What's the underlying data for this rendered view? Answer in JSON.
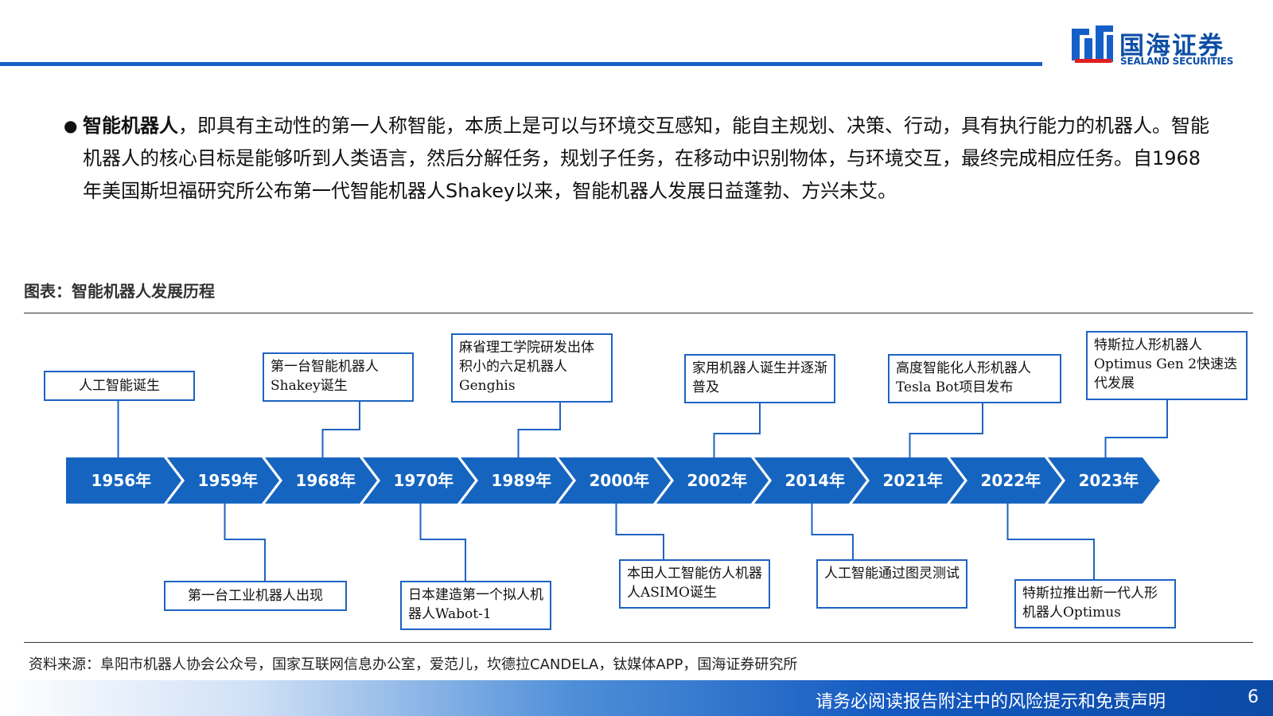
{
  "header": {
    "logo_cn": "国海证券",
    "logo_en": "SEALAND SECURITIES"
  },
  "intro": {
    "bold_lead": "智能机器人",
    "text": "，即具有主动性的第一人称智能，本质上是可以与环境交互感知，能自主规划、决策、行动，具有执行能力的机器人。智能机器人的核心目标是能够听到人类语言，然后分解任务，规划子任务，在移动中识别物体，与环境交互，最终完成相应任务。自1968年美国斯坦福研究所公布第一代智能机器人Shakey以来，智能机器人发展日益蓬勃、方兴未艾。"
  },
  "figure": {
    "title": "图表：智能机器人发展历程",
    "years": [
      "1956年",
      "1959年",
      "1968年",
      "1970年",
      "1989年",
      "2000年",
      "2002年",
      "2014年",
      "2021年",
      "2022年",
      "2023年"
    ],
    "events_top": [
      {
        "year": "1956年",
        "text": "人工智能诞生"
      },
      {
        "year": "1968年",
        "text": "第一台智能机器人Shakey诞生"
      },
      {
        "year": "1989年",
        "text": "麻省理工学院研发出体积小的六足机器人Genghis"
      },
      {
        "year": "2002年",
        "text": "家用机器人诞生并逐渐普及"
      },
      {
        "year": "2021年",
        "text": "高度智能化人形机器人Tesla Bot项目发布"
      },
      {
        "year": "2023年",
        "text": "特斯拉人形机器人Optimus Gen 2快速迭代发展"
      }
    ],
    "events_bottom": [
      {
        "year": "1959年",
        "text": "第一台工业机器人出现"
      },
      {
        "year": "1970年",
        "text": "日本建造第一个拟人机器人Wabot-1"
      },
      {
        "year": "2000年",
        "text": "本田人工智能仿人机器人ASIMO诞生"
      },
      {
        "year": "2014年",
        "text": "人工智能通过图灵测试"
      },
      {
        "year": "2022年",
        "text": "特斯拉推出新一代人形机器人Optimus"
      }
    ],
    "source": "资料来源：阜阳市机器人协会公众号，国家互联网信息办公室，爱范儿，坎德拉CANDELA，钛媒体APP，国海证券研究所"
  },
  "footer": {
    "disclaimer": "请务必阅读报告附注中的风险提示和免责声明",
    "page": "6"
  },
  "colors": {
    "brand_blue": "#1560c8",
    "chevron_blue": "#1565c0",
    "box_border": "#1e63c2"
  }
}
